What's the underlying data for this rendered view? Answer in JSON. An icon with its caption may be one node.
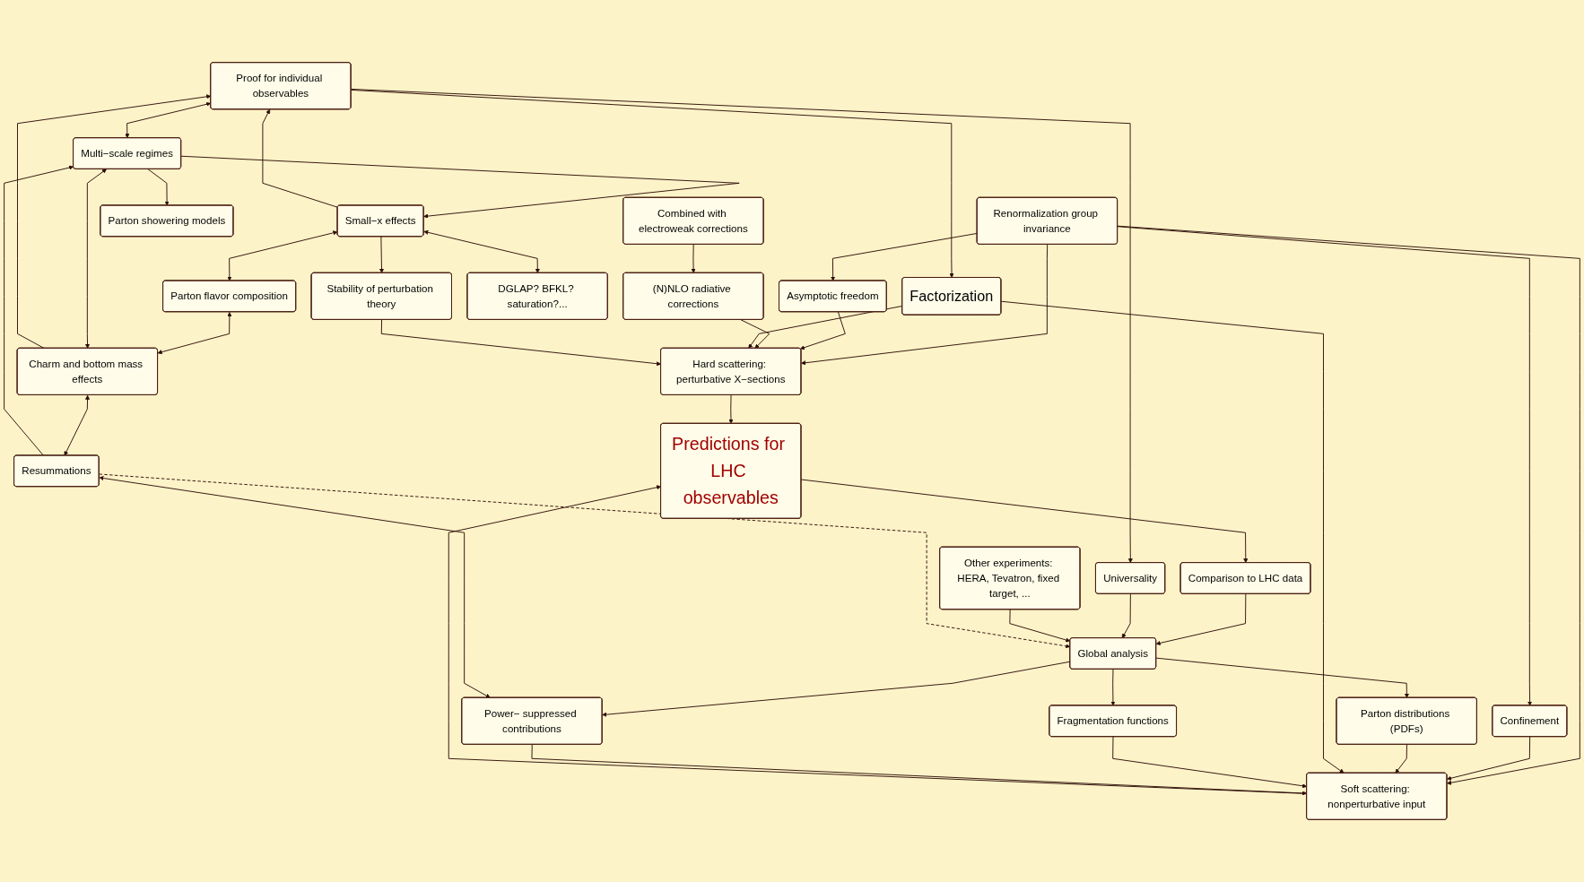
{
  "diagram": {
    "nodes": [
      {
        "text": [
          "Renormalization group invariance"
        ]
      },
      {
        "text": [
          "Asymptotic freedom"
        ]
      },
      {
        "text": [
          "Confinement"
        ]
      },
      {
        "text": [
          "Hard scattering: perturbative X−sections"
        ]
      },
      {
        "text": [
          "Predictions for LHC observables"
        ]
      },
      {
        "text": [
          "Soft scattering: nonperturbative input"
        ]
      },
      {
        "text": [
          "Parton distributions (PDFs)"
        ]
      },
      {
        "text": [
          "(N)NLO radiative corrections"
        ]
      },
      {
        "text": [
          "Factorization"
        ]
      },
      {
        "text": [
          "Comparison to LHC data"
        ]
      },
      {
        "text": [
          "Fragmentation functions"
        ]
      },
      {
        "text": [
          "Stability of perturbation theory"
        ]
      },
      {
        "text": [
          "Proof for individual observables"
        ]
      },
      {
        "text": [
          "Universality"
        ]
      },
      {
        "text": [
          "Global analysis"
        ]
      },
      {
        "text": [
          "Power− suppressed contributions"
        ]
      },
      {
        "text": [
          "Combined with electroweak corrections"
        ]
      },
      {
        "text": [
          "Small−x effects"
        ]
      },
      {
        "text": [
          "Multi−scale regimes"
        ]
      },
      {
        "text": [
          "Resummations"
        ]
      },
      {
        "text": [
          "Parton flavor composition"
        ]
      },
      {
        "text": [
          "Other experiments: HERA, Tevatron, fixed target, ..."
        ]
      },
      {
        "text": [
          "Parton showering models"
        ]
      },
      {
        "text": [
          "DGLAP? BFKL? saturation?..."
        ]
      },
      {
        "text": [
          "Charm and bottom mass effects"
        ]
      }
    ],
    "edges": [
      {
        "from": 0,
        "to": 1,
        "arrow": "to"
      },
      {
        "from": 0,
        "to": 2,
        "arrow": "to"
      },
      {
        "from": 0,
        "to": 3,
        "arrow": "to"
      },
      {
        "from": 0,
        "to": 5,
        "arrow": "to"
      },
      {
        "from": 1,
        "to": 3,
        "arrow": "to"
      },
      {
        "from": 2,
        "to": 5,
        "arrow": "to"
      },
      {
        "from": 3,
        "to": 4,
        "arrow": "to"
      },
      {
        "from": 5,
        "to": 4,
        "arrow": "to"
      },
      {
        "from": 6,
        "to": 5,
        "arrow": "to"
      },
      {
        "from": 7,
        "to": 3,
        "arrow": "to"
      },
      {
        "from": 8,
        "to": 3,
        "arrow": "to"
      },
      {
        "from": 8,
        "to": 5,
        "arrow": "to"
      },
      {
        "from": 4,
        "to": 9,
        "arrow": "to"
      },
      {
        "from": 9,
        "to": 14,
        "arrow": "to"
      },
      {
        "from": 10,
        "to": 5,
        "arrow": "to"
      },
      {
        "from": 14,
        "to": 6,
        "arrow": "to"
      },
      {
        "from": 14,
        "to": 10,
        "arrow": "to"
      },
      {
        "from": 15,
        "to": 5,
        "arrow": "to"
      },
      {
        "from": 11,
        "to": 3,
        "arrow": "to"
      },
      {
        "from": 12,
        "to": 8,
        "arrow": "to"
      },
      {
        "from": 12,
        "to": 13,
        "arrow": "to"
      },
      {
        "from": 13,
        "to": 14,
        "arrow": "to"
      },
      {
        "from": 14,
        "to": 15,
        "arrow": "to"
      },
      {
        "from": 21,
        "to": 14,
        "arrow": "to"
      },
      {
        "from": 16,
        "to": 7,
        "arrow": "to"
      },
      {
        "from": 17,
        "to": 11,
        "arrow": "to"
      },
      {
        "from": 17,
        "to": 12,
        "arrow": "to"
      },
      {
        "from": 12,
        "to": 18,
        "arrow": "both"
      },
      {
        "from": 18,
        "to": 17,
        "arrow": "to"
      },
      {
        "from": 19,
        "to": 18,
        "arrow": "to"
      },
      {
        "from": 19,
        "to": 15,
        "arrow": "both"
      },
      {
        "from": 19,
        "to": 14,
        "arrow": "to",
        "style": "dashed"
      },
      {
        "from": 17,
        "to": 23,
        "arrow": "both"
      },
      {
        "from": 17,
        "to": 20,
        "arrow": "both"
      },
      {
        "from": 20,
        "to": 24,
        "arrow": "both"
      },
      {
        "from": 24,
        "to": 12,
        "arrow": "to"
      },
      {
        "from": 18,
        "to": 24,
        "arrow": "both"
      },
      {
        "from": 24,
        "to": 19,
        "arrow": "both"
      },
      {
        "from": 18,
        "to": 22,
        "arrow": "to"
      }
    ]
  }
}
